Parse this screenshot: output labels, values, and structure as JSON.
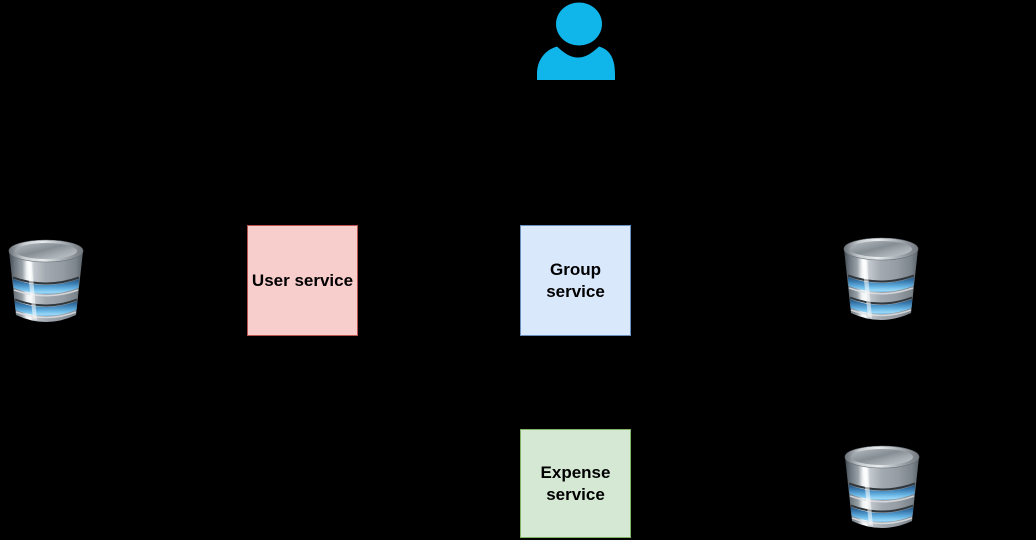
{
  "diagram": {
    "background": "#000000",
    "actor": {
      "icon": "person-icon",
      "color": "#10b5ea"
    },
    "services": [
      {
        "id": "user-service",
        "label": "User service",
        "fill": "#f8cecc",
        "border": "#b85450",
        "text_color": "#000000"
      },
      {
        "id": "group-service",
        "label": "Group\nservice",
        "fill": "#dae8fc",
        "border": "#6c8ebf",
        "text_color": "#000000"
      },
      {
        "id": "expense-service",
        "label": "Expense\nservice",
        "fill": "#d5e8d4",
        "border": "#82b366",
        "text_color": "#000000"
      }
    ],
    "databases": [
      {
        "id": "user-db",
        "icon": "database-icon"
      },
      {
        "id": "group-db",
        "icon": "database-icon"
      },
      {
        "id": "expense-db",
        "icon": "database-icon"
      }
    ],
    "db_colors": {
      "body_gray": "#9aa1a8",
      "band_blue": "#55a3d6"
    }
  }
}
